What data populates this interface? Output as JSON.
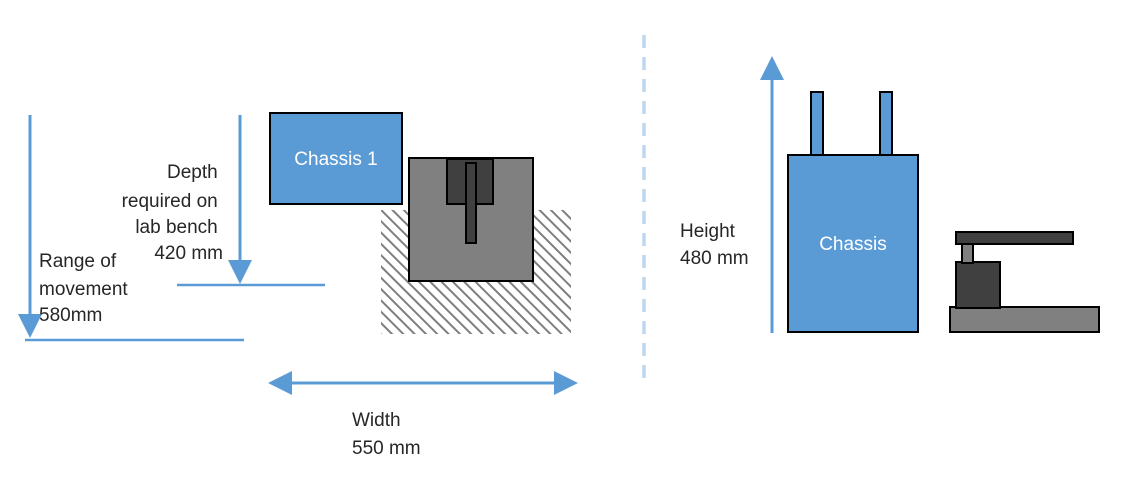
{
  "labels": {
    "chassis1": "Chassis 1",
    "chassis": "Chassis",
    "depth": [
      "Depth",
      "required on",
      "lab bench",
      "420 mm"
    ],
    "range": [
      "Range of",
      "movement",
      "580mm"
    ],
    "width": [
      "Width",
      "550 mm"
    ],
    "height": [
      "Height",
      "480 mm"
    ]
  },
  "colors": {
    "accent_blue": "#5B9BD5",
    "box_blue": "#5B9BD5",
    "light_divider": "#BDD7EE",
    "mid_gray": "#808080",
    "dark_gray": "#404040",
    "hatch_gray": "#7F7F7F",
    "outline": "#000000"
  }
}
